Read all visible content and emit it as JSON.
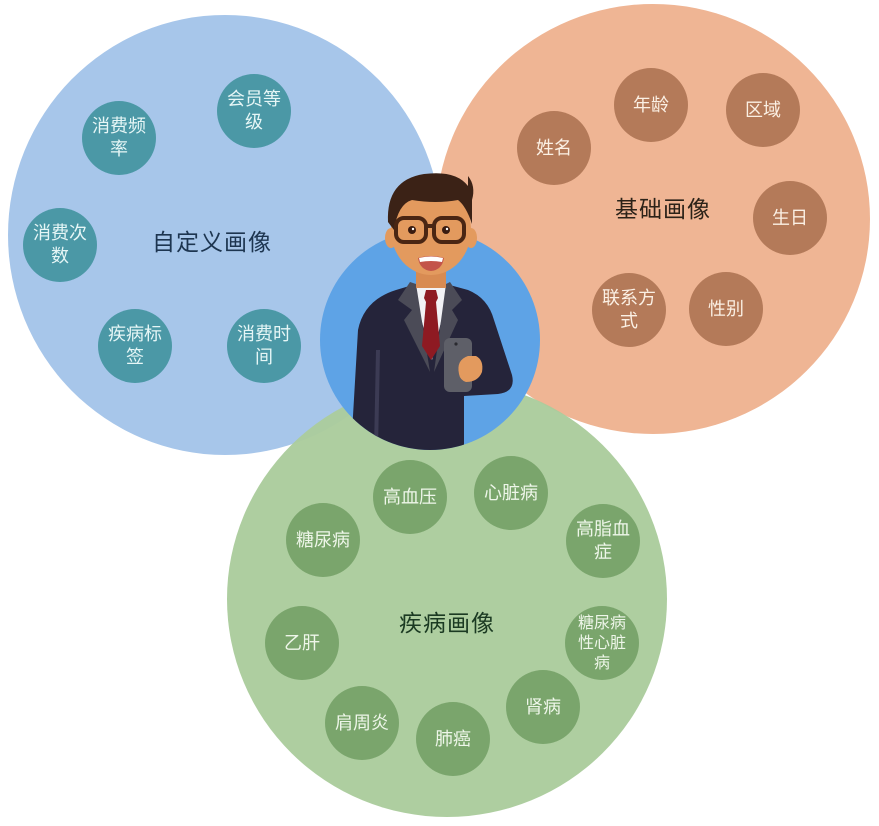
{
  "diagram": {
    "type": "venn-style user portrait",
    "colors": {
      "custom_circle": "#a7c6ea",
      "custom_bubble": "#4b98a6",
      "basic_circle": "#efb594",
      "basic_bubble": "#b47a59",
      "disease_circle": "#abcc9c",
      "disease_bubble": "#7aa56c",
      "center_circle": "#5ea3e6"
    },
    "groups": {
      "custom": {
        "title": "自定义画像",
        "items": [
          "消费频率",
          "会员等级",
          "消费次数",
          "疾病标签",
          "消费时间"
        ]
      },
      "basic": {
        "title": "基础画像",
        "items": [
          "姓名",
          "年龄",
          "区域",
          "生日",
          "联系方式",
          "性别"
        ]
      },
      "disease": {
        "title": "疾病画像",
        "items": [
          "高血压",
          "心脏病",
          "糖尿病",
          "高脂血症",
          "乙肝",
          "糖尿病性心脏病",
          "肩周炎",
          "肺癌",
          "肾病"
        ]
      }
    },
    "center": {
      "icon": "businessman-with-phone-icon"
    }
  }
}
